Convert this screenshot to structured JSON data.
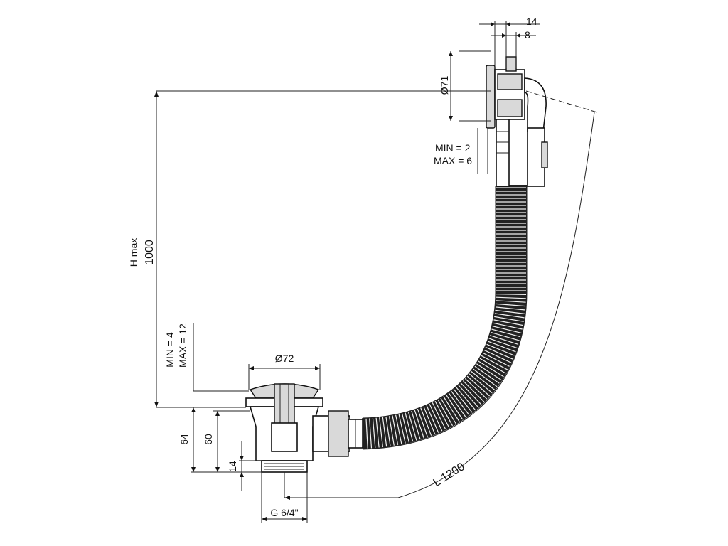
{
  "dimensions": {
    "overflow_width_outer": "14",
    "overflow_width_inner": "8",
    "overflow_diameter": "Ø71",
    "overflow_wall": [
      "MIN = 2",
      "MAX = 6"
    ],
    "height_label": "H max",
    "height_value": "1000",
    "waste_wall": [
      "MIN = 4",
      "MAX = 12"
    ],
    "waste_diameter": "Ø72",
    "waste_height_total": "64",
    "waste_height_body": "60",
    "thread_length": "14",
    "thread_size": "G 6/4\"",
    "hose_length": "L 1200"
  }
}
